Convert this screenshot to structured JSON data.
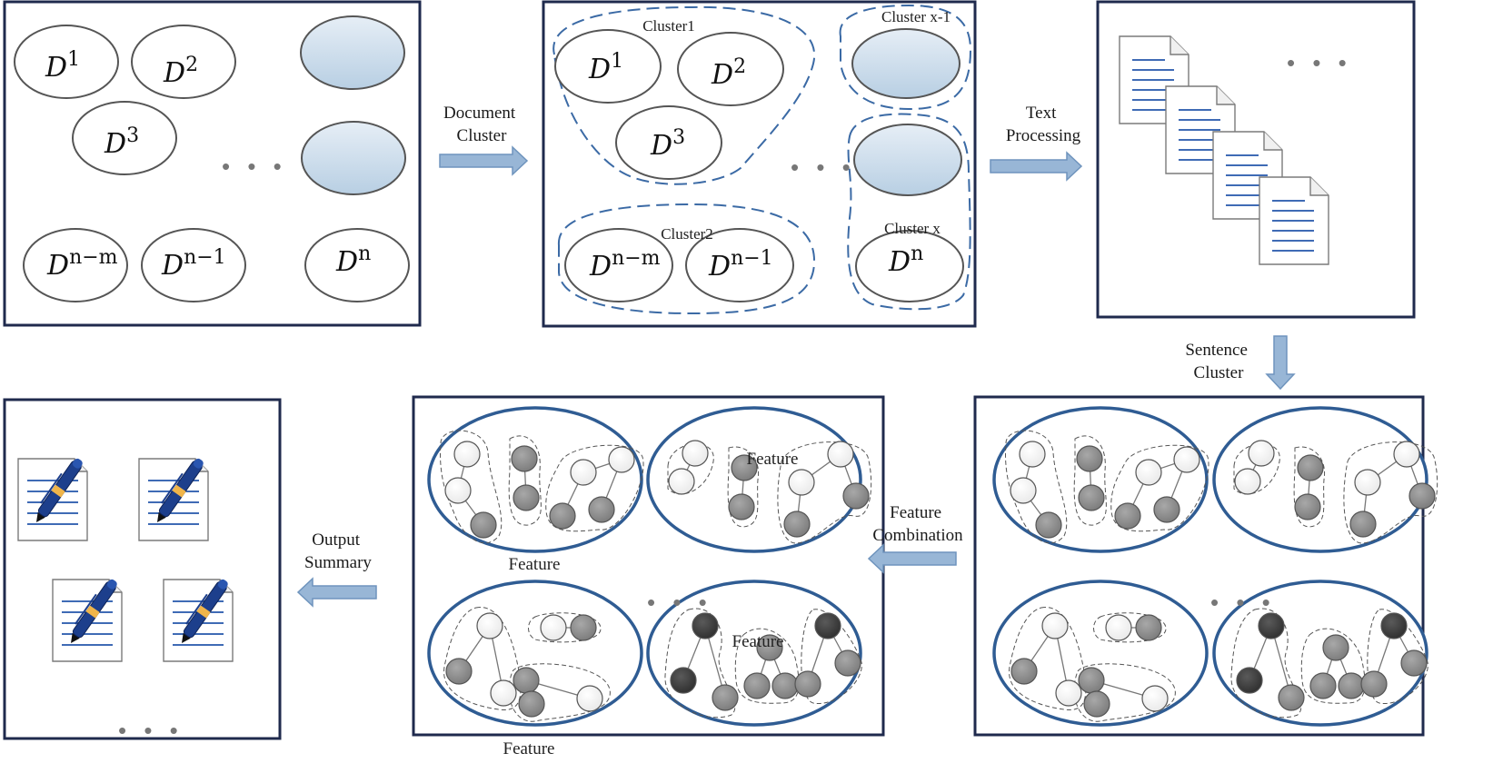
{
  "documents": {
    "d1": {
      "base": "D",
      "sup": "1"
    },
    "d2": {
      "base": "D",
      "sup": "2"
    },
    "d3": {
      "base": "D",
      "sup": "3"
    },
    "dnm": {
      "base": "D",
      "sup": "n−m"
    },
    "dn1": {
      "base": "D",
      "sup": "n−1"
    },
    "dn": {
      "base": "D",
      "sup": "n"
    }
  },
  "clusters": {
    "cluster1": "Cluster1",
    "cluster2": "Cluster2",
    "cluster_x_minus_1": "Cluster x-1",
    "cluster_x": "Cluster x"
  },
  "steps": {
    "document_cluster": [
      "Document",
      "Cluster"
    ],
    "text_processing": [
      "Text",
      "Processing"
    ],
    "sentence_cluster": [
      "Sentence",
      "Cluster"
    ],
    "feature_combination": [
      "Feature",
      "Combination"
    ],
    "output_summary": [
      "Output",
      "Summary"
    ]
  },
  "feature_label": "Feature",
  "ellipsis": "• • •",
  "colors": {
    "frame": "#1f2a4d",
    "arrow_fill": "#98b6d6",
    "arrow_stroke": "#6f94bd",
    "cluster_oval": "#2f5c93",
    "dash": "#3b6aa5",
    "shaded_fill_top": "#e6eef6",
    "shaded_fill_bottom": "#b8cfe3",
    "node_white": "#ffffff",
    "node_gray": "#8f8f8f",
    "node_dark": "#3c3c3c",
    "doc_line": "#3f6bb5",
    "pen_blue": "#1d3f8c",
    "pen_band": "#f0b54a"
  },
  "icons": [
    "document-icon",
    "pen-icon",
    "right-arrow-icon",
    "down-arrow-icon",
    "left-arrow-icon"
  ]
}
